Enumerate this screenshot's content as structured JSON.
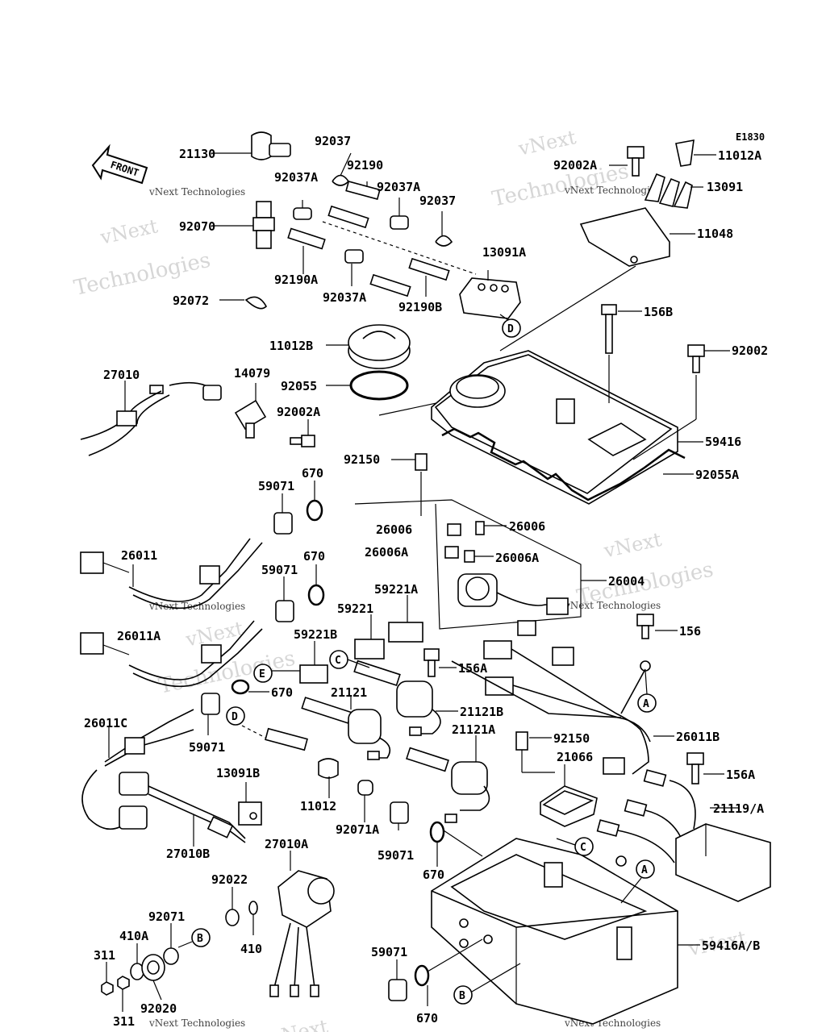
{
  "diagram_code": "E1830",
  "front_label": "FRONT",
  "watermark": {
    "line1": "vNext",
    "line2": "vNext Technologies",
    "line3": "Technologies"
  },
  "labels": {
    "l21130": "21130",
    "l92037a": "92037",
    "l92190a": "92190",
    "l92037Aa": "92037A",
    "l92037Ab": "92037A",
    "l92037b": "92037",
    "l92070": "92070",
    "l92190A": "92190A",
    "l92037Ac": "92037A",
    "l92190B": "92190B",
    "l13091A": "13091A",
    "l92072": "92072",
    "l92002Aa": "92002A",
    "l11012A": "11012A",
    "l13091": "13091",
    "l11048": "11048",
    "l156B": "156B",
    "l92002": "92002",
    "l11012B": "11012B",
    "l92055": "92055",
    "l27010": "27010",
    "l14079": "14079",
    "l92002Ab": "92002A",
    "l59416": "59416",
    "l92055A": "92055A",
    "l92150a": "92150",
    "l670a": "670",
    "l59071a": "59071",
    "l26006a": "26006",
    "l26006b": "26006",
    "l26006Aa": "26006A",
    "l26006Ab": "26006A",
    "l26011": "26011",
    "l670b": "670",
    "l59071b": "59071",
    "l26004": "26004",
    "l59221A": "59221A",
    "l59221": "59221",
    "l156a": "156",
    "l26011A": "26011A",
    "l59221B": "59221B",
    "l156A": "156A",
    "l670c": "670",
    "l21121": "21121",
    "l21121B": "21121B",
    "l26011C": "26011C",
    "l59071c": "59071",
    "l21121A": "21121A",
    "l92150b": "92150",
    "l26011B": "26011B",
    "l13091B": "13091B",
    "l21066": "21066",
    "l156Ab": "156A",
    "l11012": "11012",
    "l92071A": "92071A",
    "l21119": "21119/A",
    "l27010B": "27010B",
    "l59071d": "59071",
    "l27010A": "27010A",
    "l670d": "670",
    "l92022": "92022",
    "l92071": "92071",
    "l410A": "410A",
    "l410": "410",
    "l59416AB": "59416A/B",
    "l311a": "311",
    "l311b": "311",
    "l59071e": "59071",
    "l92020": "92020",
    "l670e": "670"
  },
  "callouts": {
    "D1": "D",
    "A1": "A",
    "C1": "C",
    "E1": "E",
    "D2": "D",
    "C2": "C",
    "A2": "A",
    "B1": "B",
    "B2": "B"
  }
}
